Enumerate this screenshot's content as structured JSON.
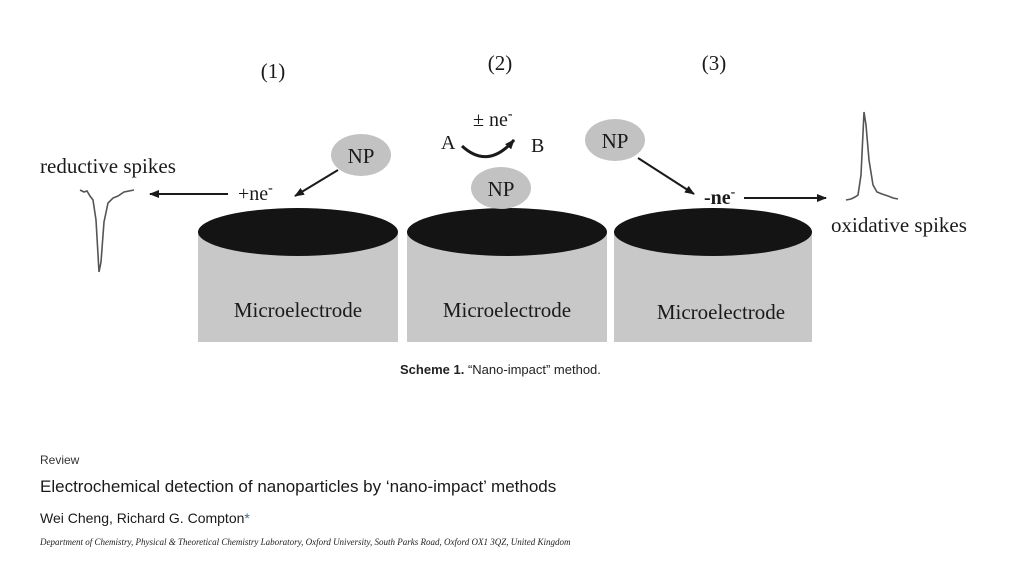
{
  "diagram": {
    "panels": [
      {
        "number": "(1)",
        "electrode_label": "Microelectrode"
      },
      {
        "number": "(2)",
        "electrode_label": "Microelectrode"
      },
      {
        "number": "(3)",
        "electrode_label": "Microelectrode"
      }
    ],
    "np_label": "NP",
    "reduction_label": "+ne",
    "oxidation_label": "-ne",
    "electron_superscript": "-",
    "exchange_label": "± ne",
    "species_a": "A",
    "species_b": "B",
    "reductive_spikes_label": "reductive spikes",
    "oxidative_spikes_label": "oxidative spikes"
  },
  "caption": {
    "label": "Scheme 1.",
    "text": "“Nano-impact” method."
  },
  "paper": {
    "section": "Review",
    "title": "Electrochemical detection of nanoparticles by ‘nano-impact’ methods",
    "authors": "Wei Cheng, Richard G. Compton",
    "author_mark": "*",
    "affiliation": "Department of Chemistry, Physical & Theoretical Chemistry Laboratory, Oxford University, South Parks Road, Oxford OX1 3QZ, United Kingdom"
  },
  "colors": {
    "electrode_body": "#c8c8c8",
    "electrode_top": "#141414",
    "np_fill": "#c2c2c2",
    "ink": "#1a1a1a",
    "trace": "#555555"
  }
}
